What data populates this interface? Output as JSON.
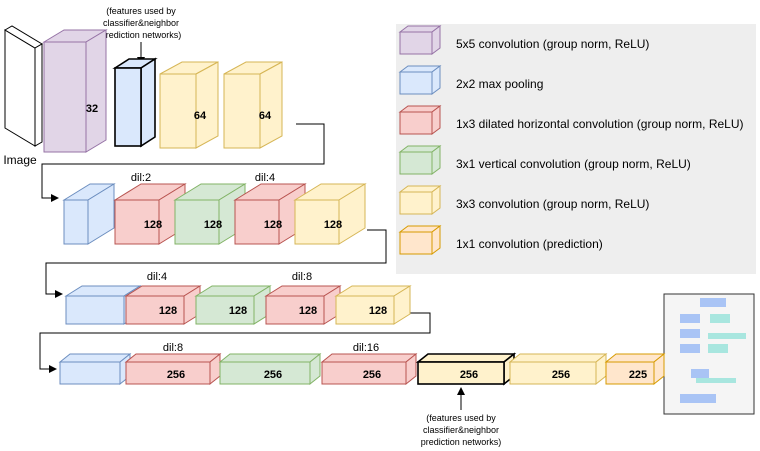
{
  "colors": {
    "purple": {
      "fill": "#e1d5e7",
      "stroke": "#9673a6"
    },
    "blue": {
      "fill": "#dae8fc",
      "stroke": "#6c8ebf"
    },
    "red": {
      "fill": "#f8cecc",
      "stroke": "#b85450"
    },
    "green": {
      "fill": "#d5e8d4",
      "stroke": "#82b366"
    },
    "yellow": {
      "fill": "#fff2cc",
      "stroke": "#d6b656"
    },
    "orange": {
      "fill": "#ffe6cc",
      "stroke": "#d79b00"
    }
  },
  "image_label": "Image",
  "notes": {
    "top": [
      "(features used by",
      "classifier&neighbor",
      "prediction networks)"
    ],
    "bottom": [
      "(features used by",
      "classifier&neighbor",
      "prediction networks)"
    ]
  },
  "rows": {
    "row1": {
      "labels": [
        "32",
        "",
        "64",
        "64"
      ],
      "dilations": []
    },
    "row2": {
      "labels": [
        "",
        "128",
        "128",
        "128",
        "128"
      ],
      "dilations": [
        "dil:2",
        "dil:4"
      ]
    },
    "row3": {
      "labels": [
        "",
        "128",
        "128",
        "128",
        "128"
      ],
      "dilations": [
        "dil:4",
        "dil:8"
      ]
    },
    "row4": {
      "labels": [
        "",
        "256",
        "256",
        "256",
        "256",
        "256",
        "225"
      ],
      "dilations": [
        "dil:8",
        "dil:16"
      ]
    }
  },
  "legend": [
    {
      "color": "purple",
      "label": "5x5 convolution (group norm, ReLU)"
    },
    {
      "color": "blue",
      "label": "2x2 max pooling"
    },
    {
      "color": "red",
      "label": "1x3 dilated horizontal convolution (group norm, ReLU)"
    },
    {
      "color": "green",
      "label": "3x1 vertical convolution (group norm, ReLU)"
    },
    {
      "color": "yellow",
      "label": "3x3 convolution (group norm, ReLU)"
    },
    {
      "color": "orange",
      "label": "1x1 convolution (prediction)"
    }
  ]
}
